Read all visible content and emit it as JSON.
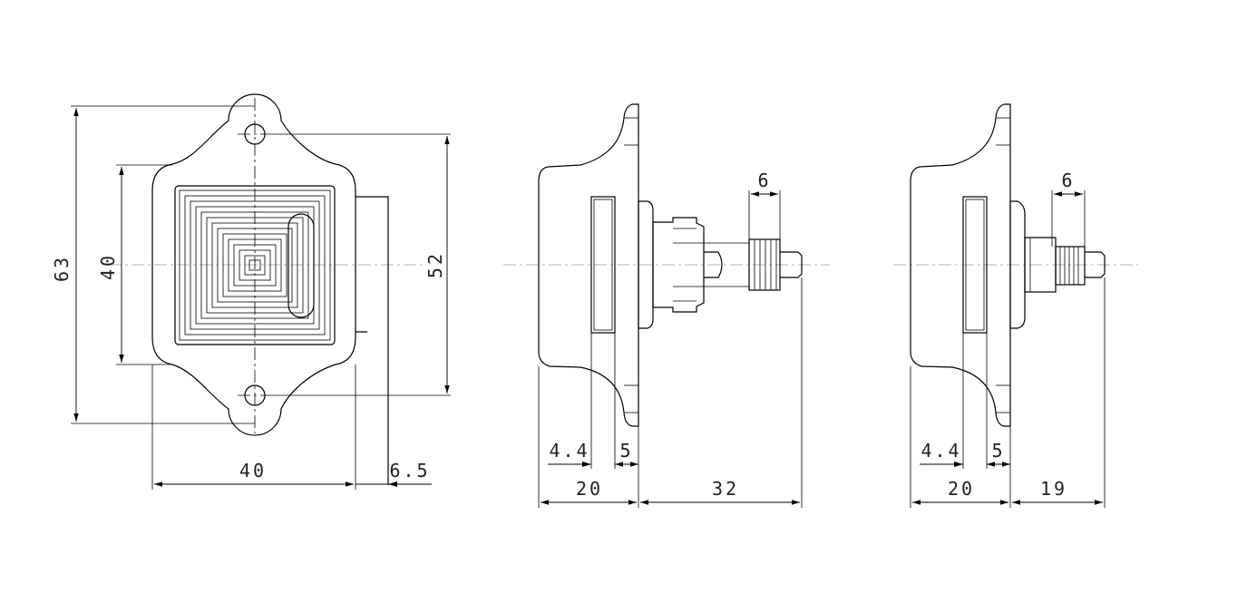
{
  "views": {
    "front": {
      "dims": {
        "overall_height": "63",
        "body_height": "40",
        "hole_spacing": "52",
        "body_width": "40",
        "tab_width": "6.5"
      }
    },
    "side_extended": {
      "dims": {
        "pin_diameter": "6",
        "flange": "4.4",
        "plate": "5",
        "body_depth": "20",
        "pin_projection": "32"
      }
    },
    "side_retracted": {
      "dims": {
        "pin_diameter": "6",
        "flange": "4.4",
        "plate": "5",
        "body_depth": "20",
        "pin_projection": "19"
      }
    }
  }
}
